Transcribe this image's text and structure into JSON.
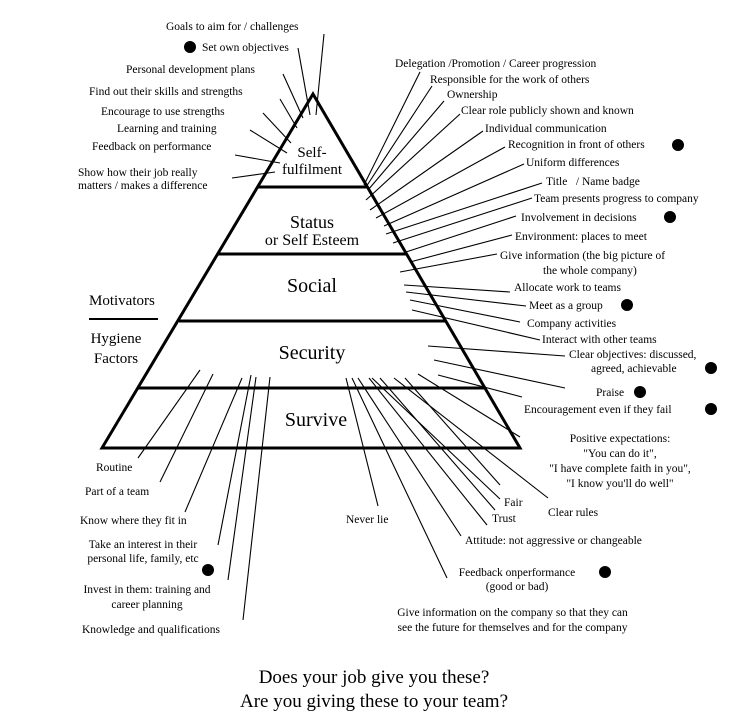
{
  "diagram": {
    "title": "Maslow hierarchy of needs — motivators and hygiene factors",
    "levels": [
      {
        "name": "Self-",
        "name2": "fulfilment"
      },
      {
        "name": "Status",
        "name2": "or Self Esteem"
      },
      {
        "name": "Social"
      },
      {
        "name": "Security"
      },
      {
        "name": "Survive"
      }
    ],
    "side_labels": {
      "motivators": "Motivators",
      "hygiene_1": "Hygiene",
      "hygiene_2": "Factors"
    },
    "left_top_items": [
      "Goals to aim for / challenges",
      "Set own objectives",
      "Personal development plans",
      "Find out their skills and strengths",
      "Encourage to use strengths",
      "Learning and training",
      "Feedback on performance",
      "Show how their job really",
      "matters / makes a difference"
    ],
    "right_items": [
      "Delegation /Promotion / Career progression",
      "Responsible for the work of others",
      "Ownership",
      "Clear role publicly shown and known",
      "Individual communication",
      "Recognition in front of others",
      "Uniform differences",
      "Title   / Name badge",
      "Team presents progress to company",
      "Involvement in decisions",
      "Environment: places to meet",
      "Give information (the big picture of",
      "the whole company)",
      "Allocate work to teams",
      "Meet as a group",
      "Company activities",
      "Interact with other teams",
      "Clear objectives: discussed,",
      "agreed, achievable",
      "Praise",
      "Encouragement even if they fail",
      "Positive expectations:",
      "\"You can do it\",",
      "\"I have complete faith in you\",",
      "\"I know you'll do well\""
    ],
    "bottom_left_items": [
      "Routine",
      "Part of a team",
      "Know where they fit in",
      "Take an interest in their",
      "personal life, family, etc",
      "Invest in them: training and",
      "career planning",
      "Knowledge and qualifications"
    ],
    "bottom_right_items": [
      "Never lie",
      "Fair",
      "Trust",
      "Clear rules",
      "Attitude: not aggressive or changeable",
      "Feedback onperformance",
      "(good or bad)",
      "Give information on the company so that they can",
      "see the future for themselves and for the company"
    ],
    "caption": {
      "line1": "Does your job give you these?",
      "line2": "Are you giving these to your team?"
    },
    "highlight_marker": "filled-circle-bullet"
  }
}
